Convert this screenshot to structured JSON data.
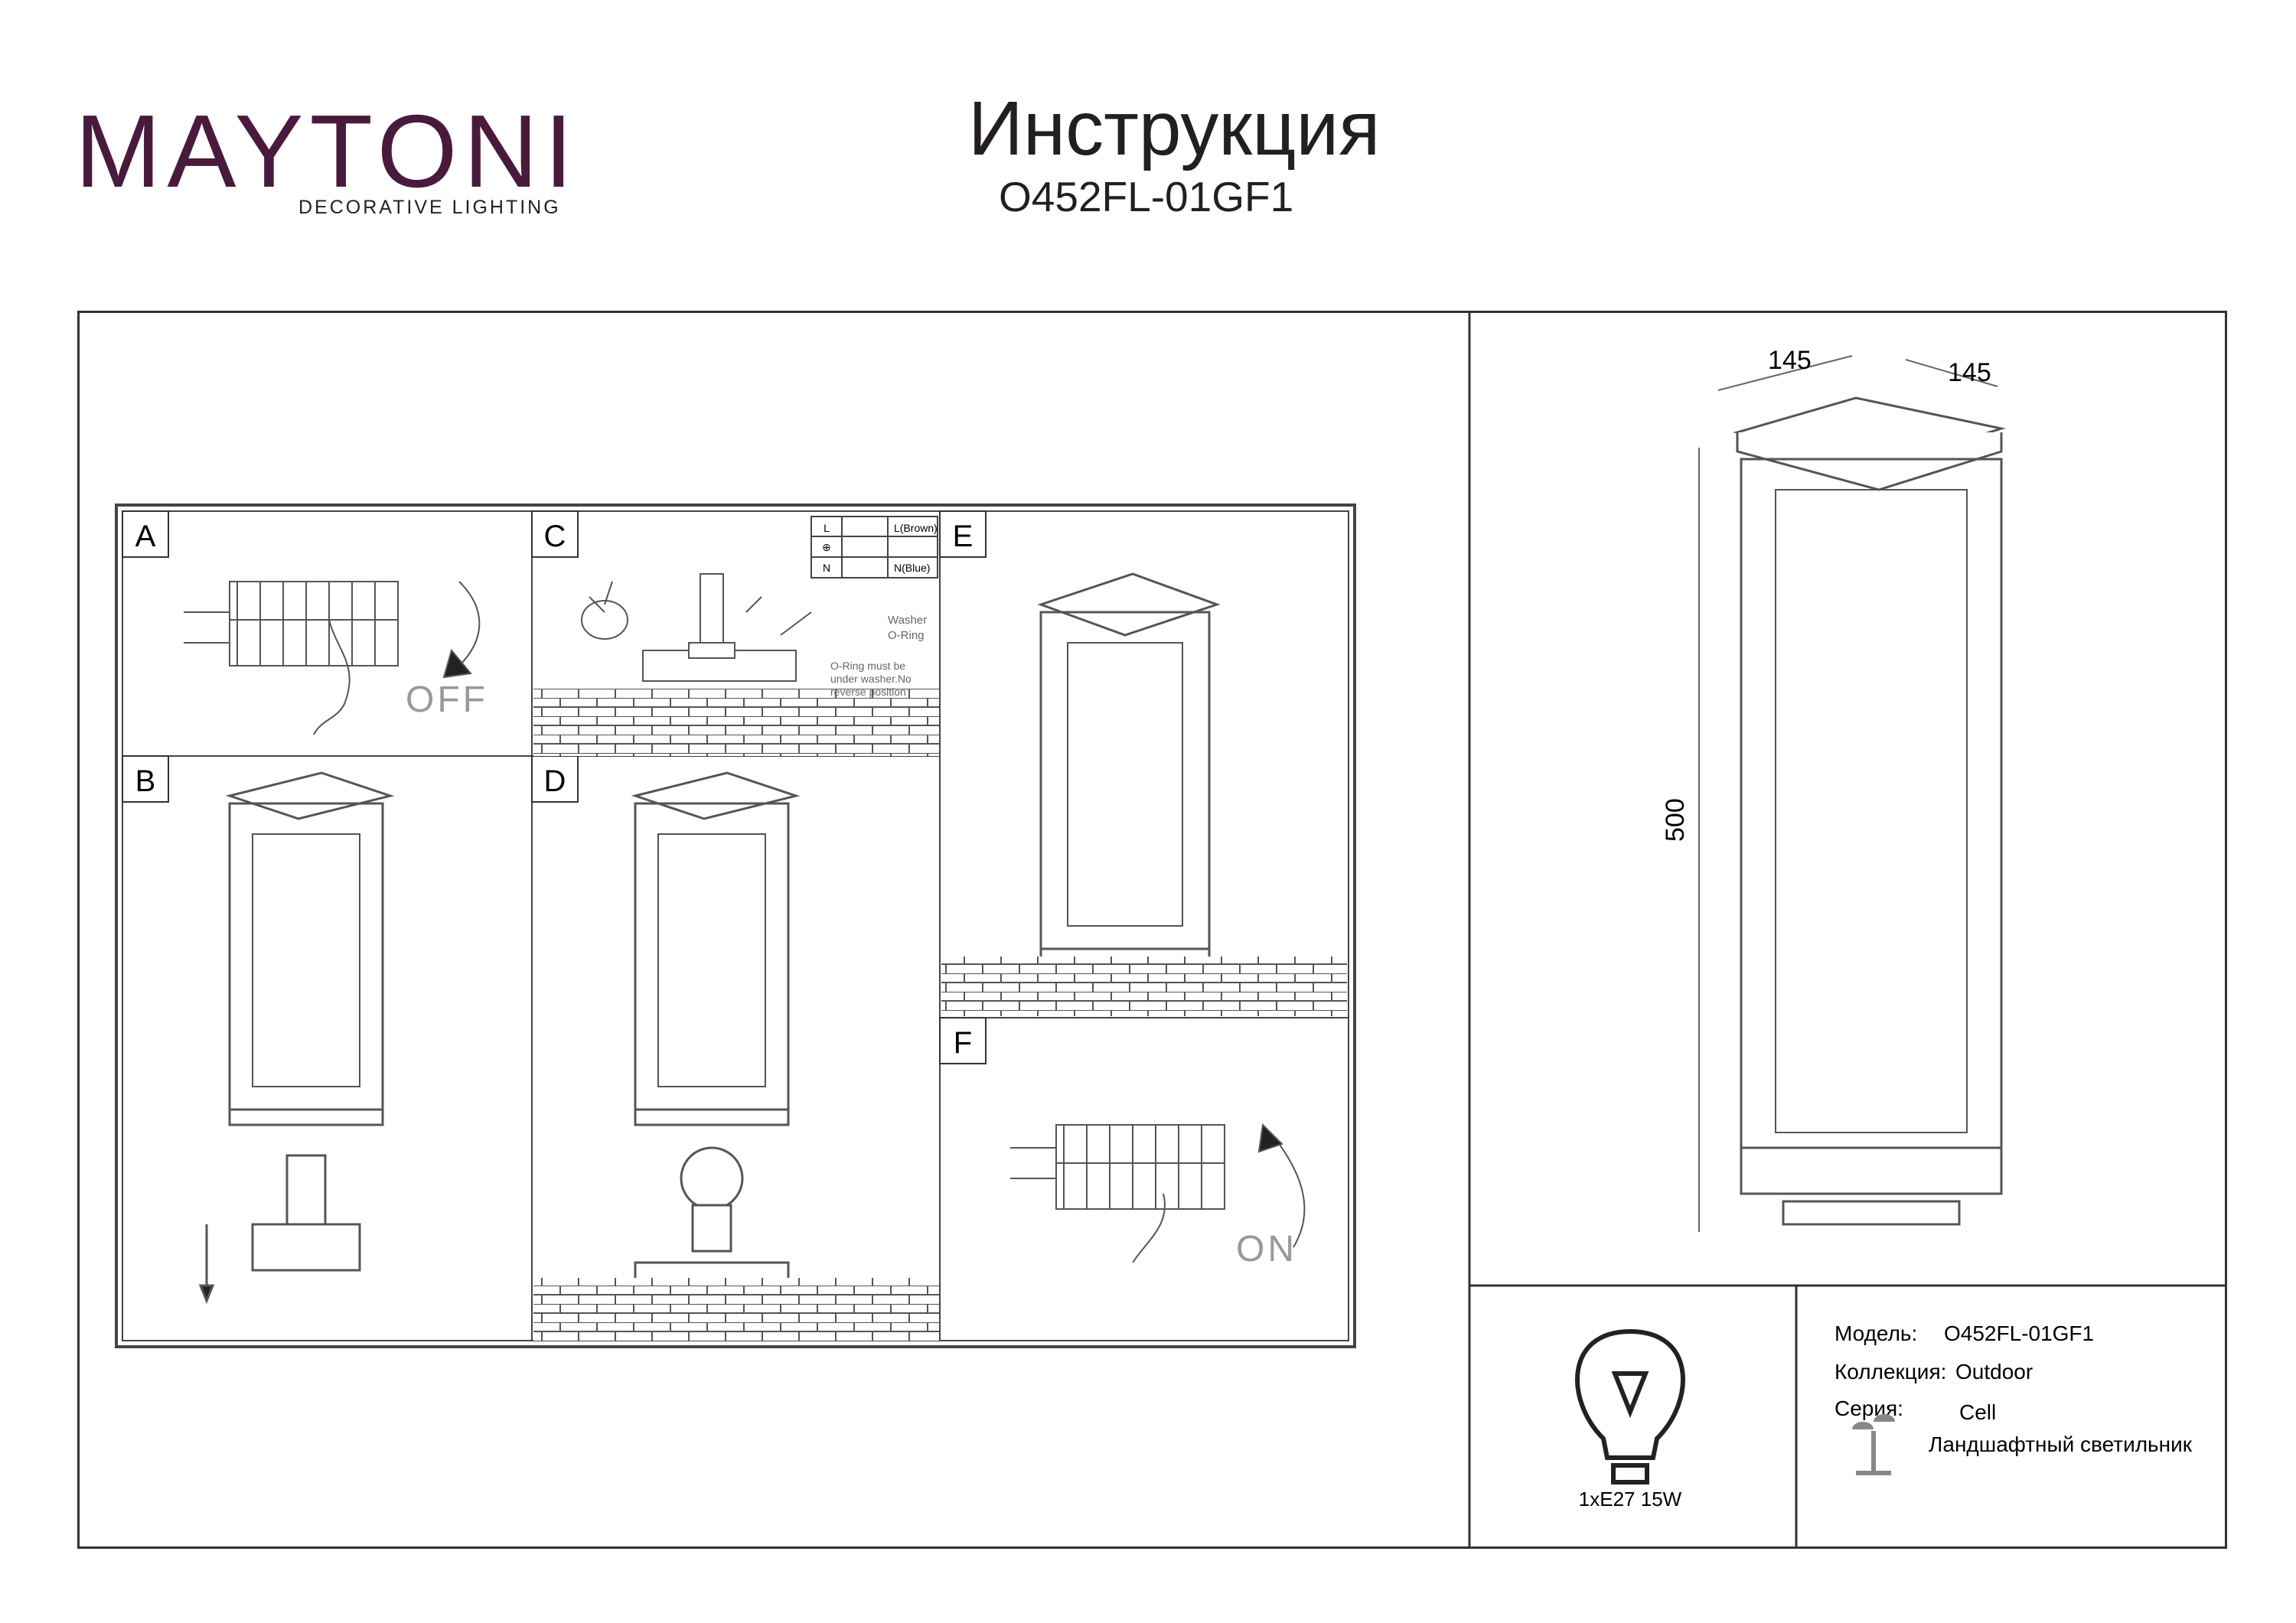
{
  "brand": {
    "logo_text": "MAYTONI",
    "tagline": "DECORATIVE LIGHTING",
    "accent_color": "#4a1a3c"
  },
  "header": {
    "title": "Инструкция",
    "model_code": "O452FL-01GF1"
  },
  "steps": [
    {
      "label": "A",
      "action_text": "OFF"
    },
    {
      "label": "B"
    },
    {
      "label": "C"
    },
    {
      "label": "D"
    },
    {
      "label": "E"
    },
    {
      "label": "F",
      "action_text": "ON"
    }
  ],
  "wiring": {
    "rows": [
      "L",
      "⊕",
      "N"
    ],
    "wires": [
      "L(Brown)",
      "N(Blue)"
    ],
    "washer_label": "Washer",
    "oring_label": "O-Ring",
    "note_lines": [
      "O-Ring must be",
      "under washer.No",
      "reverse position"
    ]
  },
  "dimensions": {
    "width": "145",
    "depth": "145",
    "height": "500"
  },
  "bulb": {
    "label": "1xE27 15W",
    "icon": "bulb-icon"
  },
  "specs": {
    "model_label": "Модель:",
    "model_value": "O452FL-01GF1",
    "collection_label": "Коллекция:",
    "collection_value": "Outdoor",
    "series_label": "Серия:",
    "series_value": "Cell",
    "type_value": "Ландшафтный светильник",
    "type_icon": "garden-lamp-icon"
  }
}
